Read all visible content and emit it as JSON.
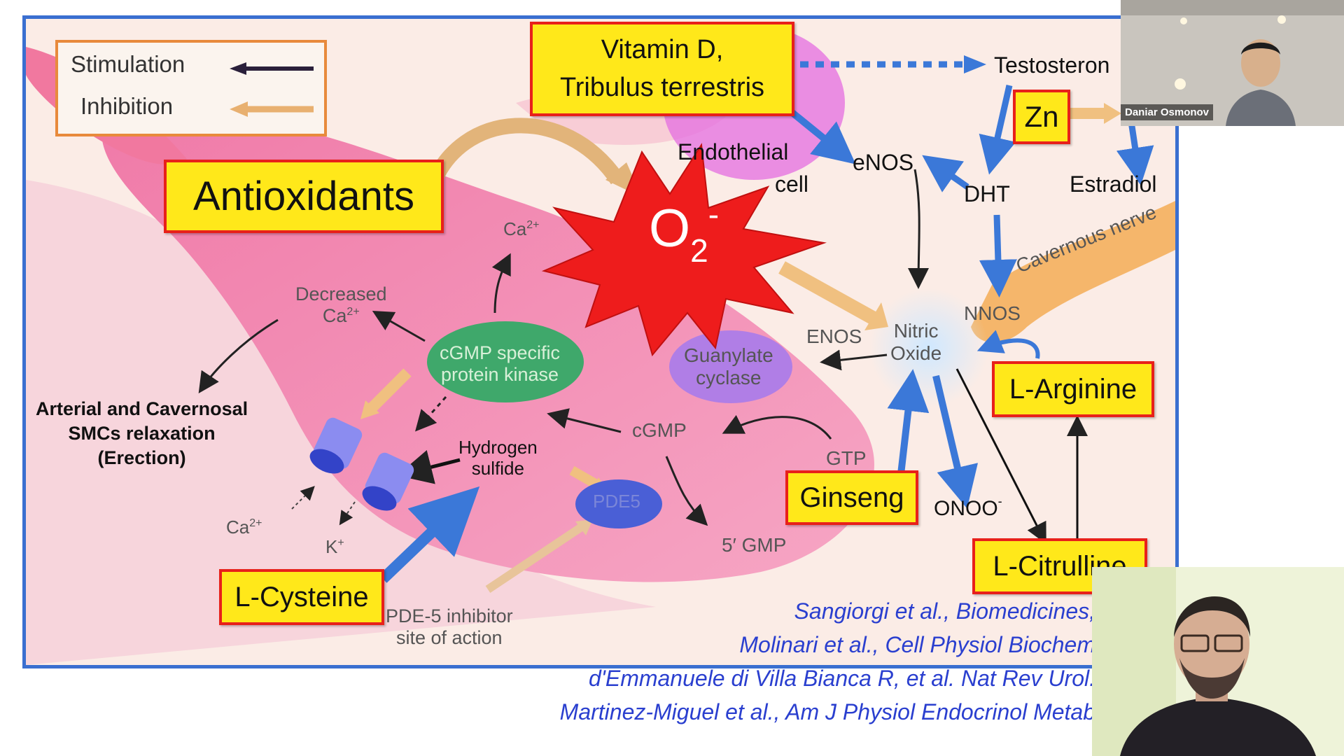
{
  "legend": {
    "stimulation": "Stimulation",
    "inhibition": "Inhibition"
  },
  "boxes": {
    "vitamin_d_line1": "Vitamin D,",
    "vitamin_d_line2": "Tribulus terrestris",
    "antioxidants": "Antioxidants",
    "zn": "Zn",
    "l_arginine": "L-Arginine",
    "ginseng": "Ginseng",
    "l_citrulline": "L-Citrulline",
    "l_cysteine": "L-Cysteine"
  },
  "superoxide": {
    "base": "O",
    "subscript": "2",
    "superscript": "-"
  },
  "labels": {
    "testosterone": "Testosteron",
    "estradiol": "Estradiol",
    "dht": "DHT",
    "enos_top": "eNOS",
    "endothelial_line1": "Endothelial",
    "endothelial_line2": "cell",
    "cavernous_nerve": "Cavernous nerve",
    "nnos": "NNOS",
    "enos_mid": "ENOS",
    "nitric_line1": "Nitric",
    "nitric_line2": "Oxide",
    "onoo_base": "ONOO",
    "onoo_sup": "-",
    "guanylate_line1": "Guanylate",
    "guanylate_line2": "cyclase",
    "gtp": "GTP",
    "cgmp": "cGMP",
    "five_gmp": "5′ GMP",
    "pde5": "PDE5",
    "cgmp_kinase_line1": "cGMP specific",
    "cgmp_kinase_line2": "protein kinase",
    "ca_top": "Ca",
    "ca_top_sup": "2+",
    "decreased_line1": "Decreased",
    "decreased_ca": "Ca",
    "decreased_ca_sup": "2+",
    "relax_line1": "Arterial and Cavernosal",
    "relax_line2": "SMCs relaxation",
    "relax_line3": "(Erection)",
    "hydrogen_line1": "Hydrogen",
    "hydrogen_line2": "sulfide",
    "ca_bottom": "Ca",
    "ca_bottom_sup": "2+",
    "k_plus": "K",
    "k_plus_sup": "+",
    "pde5_inhibitor_line1": "PDE-5 inhibitor",
    "pde5_inhibitor_line2": "site of action"
  },
  "references": [
    "Sangiorgi et al., Biomedicines,",
    "Molinari et al., Cell Physiol Biochem",
    "d'Emmanuele di Villa Bianca R, et al. Nat Rev Urol.",
    "Martinez-Miguel et al., Am J Physiol Endocrinol Metab"
  ],
  "participants": {
    "top_right_name": "Daniar Osmonov"
  },
  "colors": {
    "frame_blue": "#3a6fd0",
    "box_yellow": "#ffe81a",
    "box_red": "#e8201a",
    "arrow_blue": "#3b78d8",
    "inhibition_orange": "#f0c080",
    "reference_blue": "#2a3fcf"
  }
}
